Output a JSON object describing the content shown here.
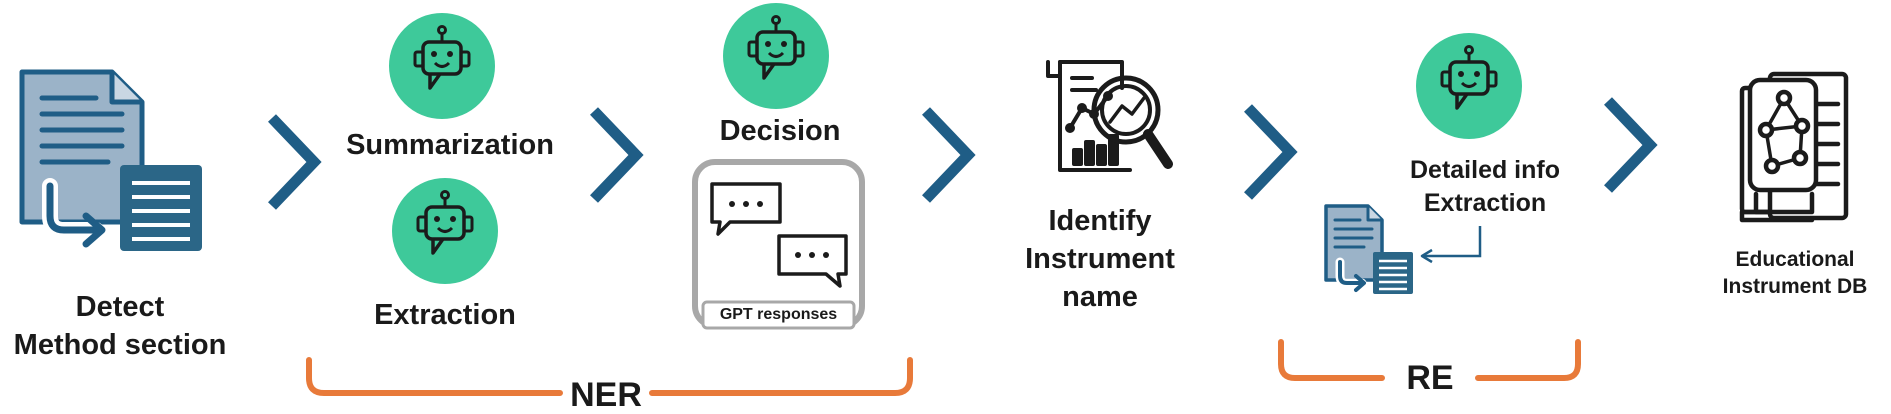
{
  "colors": {
    "accent_blue": "#1f5d86",
    "robot_green": "#3ec99a",
    "bracket_orange": "#e87a3a",
    "panel_gray": "#a8a8a8",
    "doc_light": "#9bb3c8"
  },
  "steps": {
    "detect": {
      "line1": "Detect",
      "line2": "Method section"
    },
    "summarization": {
      "label": "Summarization"
    },
    "extraction": {
      "label": "Extraction"
    },
    "decision": {
      "label": "Decision",
      "panel_caption": "GPT responses"
    },
    "identify": {
      "line1": "Identify",
      "line2": "Instrument",
      "line3": "name"
    },
    "detailed": {
      "line1": "Detailed info",
      "line2": "Extraction"
    },
    "db": {
      "line1": "Educational",
      "line2": "Instrument DB"
    }
  },
  "brackets": {
    "ner": "NER",
    "re": "RE"
  },
  "icons": [
    "document-convert-icon",
    "robot-icon",
    "chat-bubbles-icon",
    "report-search-icon",
    "database-network-icon",
    "chevron-right-icon"
  ]
}
